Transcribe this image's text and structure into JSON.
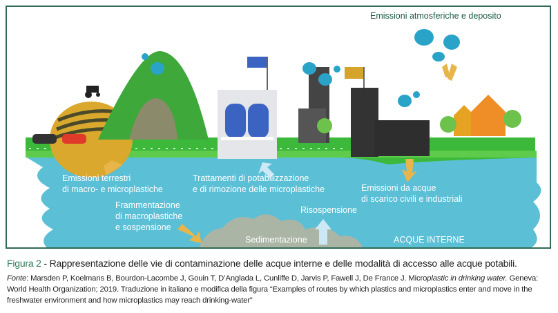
{
  "figure": {
    "labels": {
      "atmospheric": "Emissioni atmosferiche e deposito",
      "terrestrial": [
        "Emissioni terrestri",
        "di macro- e microplastiche"
      ],
      "treatment": [
        "Trattamenti di potabilizzazione",
        "e di rimozione delle microplastiche"
      ],
      "wastewater": [
        "Emissioni da acque",
        "di scarico civili e industriali"
      ],
      "fragmentation": [
        "Frammentazione",
        "di macroplastiche",
        "e sospensione"
      ],
      "resuspension": "Risospensione",
      "sedimentation": "Sedimentazione",
      "inland_waters": "ACQUE INTERNE"
    },
    "colors": {
      "water": "#5bbfd6",
      "grass": "#3cb83a",
      "arrow": "#e8b54a",
      "border": "#2e6b52",
      "cloud": "#2aa3c9"
    }
  },
  "caption": {
    "figure_number": "Figura 2",
    "title": " - Rappresentazione delle vie di contaminazione delle acque interne e delle modalità di accesso alle acque potabili.",
    "source_label": "Fonte",
    "source_text": ": Marsden P, Koelmans B, Bourdon-Lacombe J, Gouin T, D’Anglada L, Cunliffe D, Jarvis P, Fawell J, De France J. Micro",
    "source_italic": "plastic in drinking water.",
    "source_rest": " Geneva: World Health Organization; 2019. Traduzione in italiano e modifica della figura “Examples of routes by which plastics and microplastics enter and move in the freshwater environment and how microplastics may reach drinking-water”"
  }
}
